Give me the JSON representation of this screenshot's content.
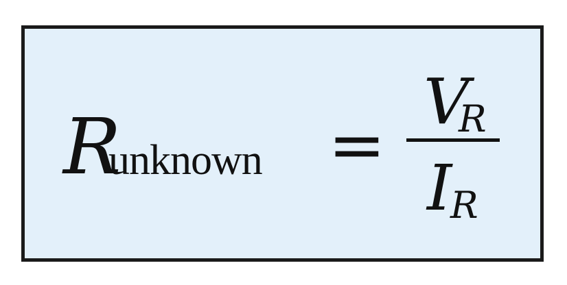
{
  "formula": {
    "lhs_variable": "R",
    "lhs_subscript": "unknown",
    "operator": "=",
    "numerator_variable": "V",
    "numerator_subscript": "R",
    "denominator_variable": "I",
    "denominator_subscript": "R"
  },
  "colors": {
    "box_background": "#e3f0fa",
    "box_border": "#1a1a1a",
    "text": "#111111"
  }
}
